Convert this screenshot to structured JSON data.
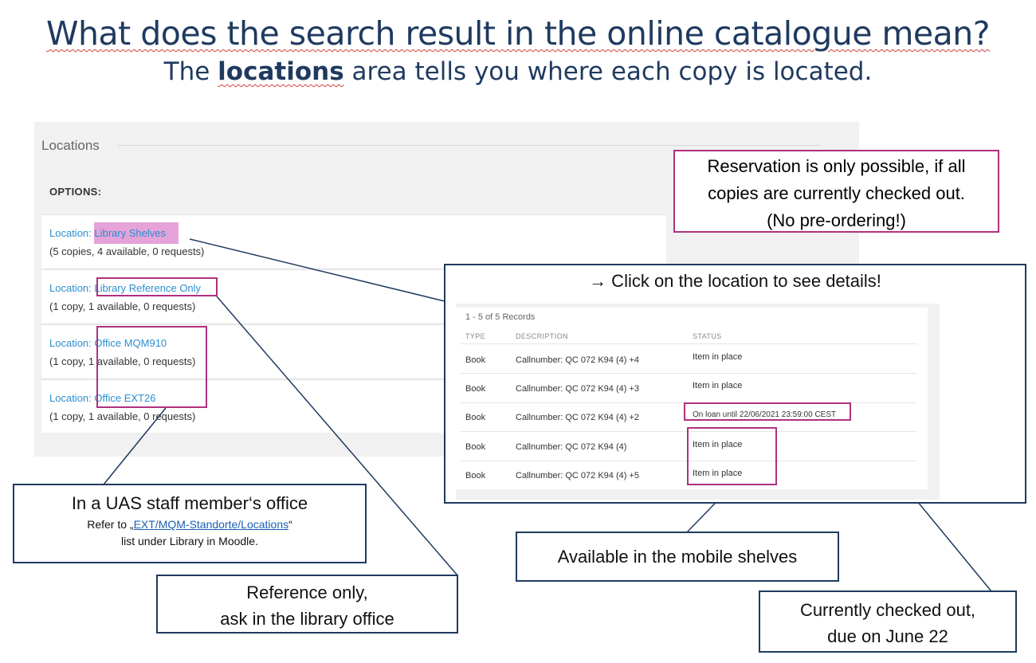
{
  "slide": {
    "title": "What does the search result in the online catalogue mean?",
    "subtitle_pre": "The ",
    "subtitle_bold": "locations",
    "subtitle_post": " area tells you where each copy is located."
  },
  "locations_panel": {
    "heading": "Locations",
    "options_label": "OPTIONS:",
    "items": [
      {
        "prefix": "Location: ",
        "name": "Library Shelves",
        "summary": "(5 copies, 4 available, 0 requests)"
      },
      {
        "prefix": "Location: ",
        "name": "Library Reference Only",
        "summary": "(1 copy, 1 available, 0 requests)"
      },
      {
        "prefix": "Location: ",
        "name": "Office  MQM910",
        "summary": "(1 copy, 1 available, 0 requests)"
      },
      {
        "prefix": "Location: ",
        "name": "Office EXT26",
        "summary": "(1 copy, 1 available, 0 requests)"
      }
    ]
  },
  "details_panel": {
    "heading": "→ Click on the location to see details!",
    "records_label": "1 - 5 of 5 Records",
    "columns": [
      "TYPE",
      "DESCRIPTION",
      "STATUS"
    ],
    "rows": [
      {
        "type": "Book",
        "description": "Callnumber: QC 072 K94 (4) +4",
        "status": "Item in place"
      },
      {
        "type": "Book",
        "description": "Callnumber: QC 072 K94 (4) +3",
        "status": "Item in place"
      },
      {
        "type": "Book",
        "description": "Callnumber: QC 072 K94 (4) +2",
        "status": "On loan until 22/06/2021 23:59:00 CEST"
      },
      {
        "type": "Book",
        "description": "Callnumber: QC 072 K94 (4)",
        "status": "Item in place"
      },
      {
        "type": "Book",
        "description": "Callnumber: QC 072 K94 (4) +5",
        "status": "Item in place"
      }
    ]
  },
  "callouts": {
    "reservation": {
      "line1": "Reservation is only possible, if all",
      "line2": "copies are currently checked out.",
      "line3": "(No pre-ordering!)"
    },
    "staff_office": {
      "line1": "In a UAS staff member‘s office",
      "line2_pre": "Refer to „",
      "link": "EXT/MQM-Standorte/Locations",
      "line2_post": "“",
      "line3": "list under Library in Moodle."
    },
    "reference": {
      "line1": "Reference only,",
      "line2": "ask in the library office"
    },
    "mobile": {
      "line1": "Available in the mobile shelves"
    },
    "checked_out": {
      "line1": "Currently checked out,",
      "line2": "due on June 22"
    }
  },
  "colors": {
    "title": "#1f3a5f",
    "link": "#2b8fcf",
    "highlight": "#e5a3d9",
    "magenta_border": "#b0307f",
    "callout_border": "#1f3a5f"
  }
}
